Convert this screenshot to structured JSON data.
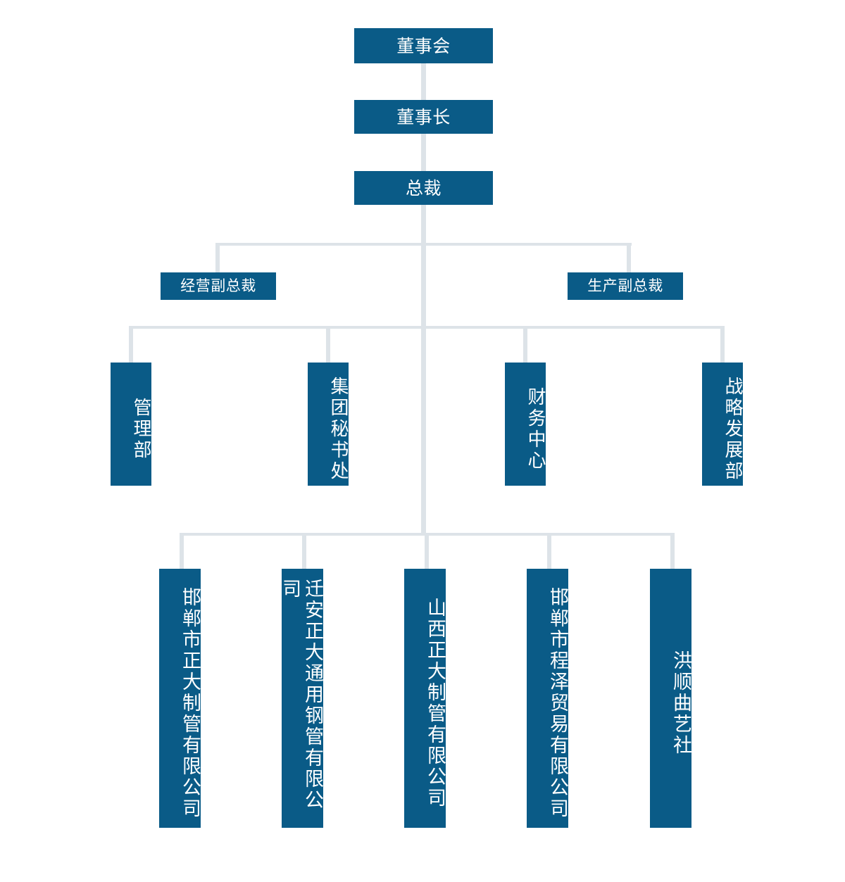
{
  "diagram": {
    "type": "organization-chart",
    "orientation": "top-down",
    "colors": {
      "node_fill": "#0a5b87",
      "node_text": "#ffffff",
      "connector": "#dde3e8",
      "background": "#ffffff"
    }
  },
  "nodes": {
    "board": {
      "label": "董事会"
    },
    "chairman": {
      "label": "董事长"
    },
    "president": {
      "label": "总裁"
    },
    "vp_operations": {
      "label": "经营副总裁"
    },
    "vp_production": {
      "label": "生产副总裁"
    },
    "departments": [
      {
        "label": "管理部"
      },
      {
        "label": "集团秘书处"
      },
      {
        "label": "财务中心"
      },
      {
        "label": "战略发展部"
      }
    ],
    "subsidiaries": [
      {
        "label": "邯郸市正大制管有限公司"
      },
      {
        "label": "迁安正大通用钢管有限公司"
      },
      {
        "label": "山西正大制管有限公司"
      },
      {
        "label": "邯郸市程泽贸易有限公司"
      },
      {
        "label": "洪顺曲艺社"
      }
    ]
  }
}
